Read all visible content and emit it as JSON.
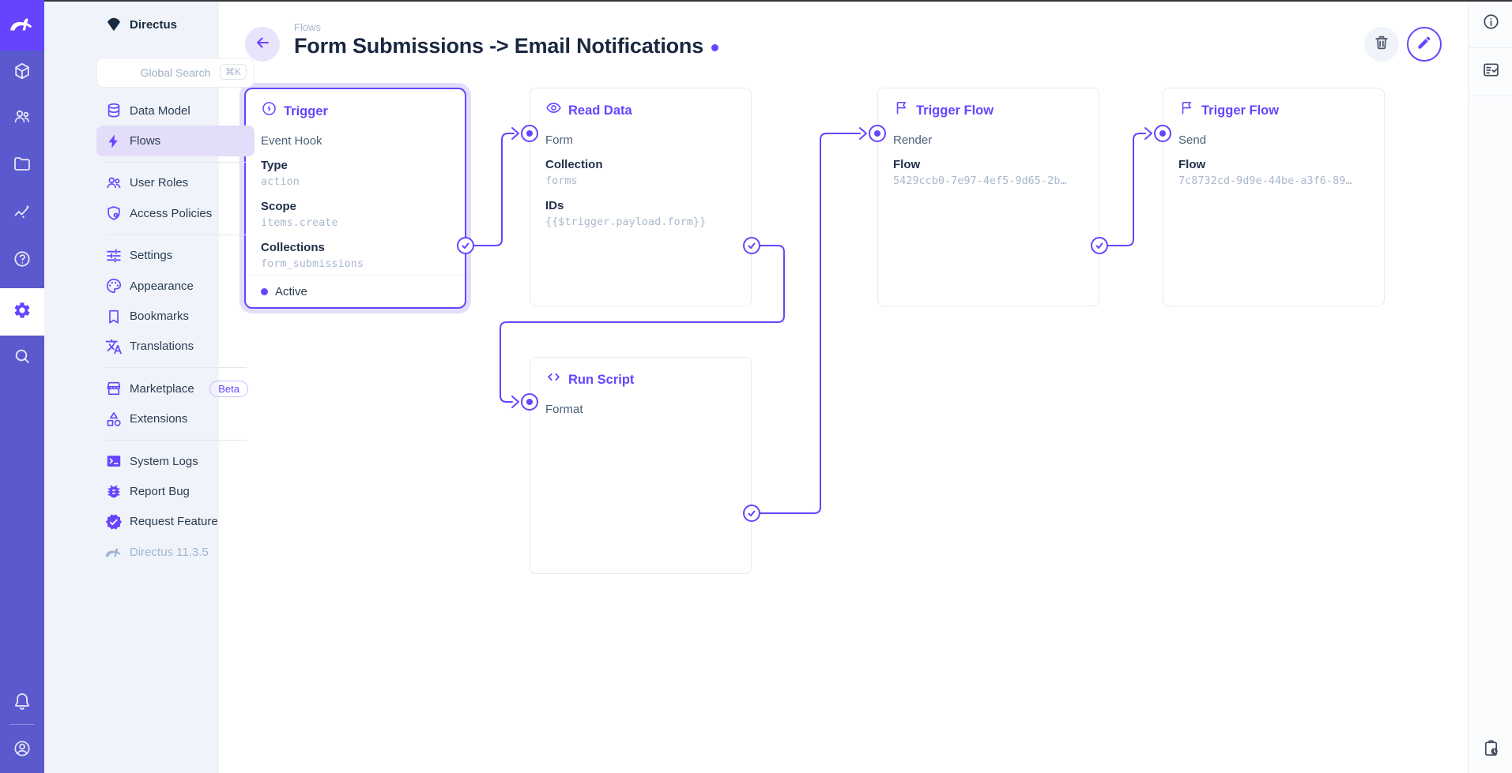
{
  "colors": {
    "accent": "#6644FF",
    "module_bar": "#5B59CE",
    "logo_bg": "#6644FF",
    "sidebar_bg": "#F0F4FA",
    "active_item_bg": "#E3DDF9",
    "muted_text": "#A9B8CC",
    "dark_text": "#1A2840"
  },
  "module_bar": {
    "modules": [
      {
        "icon": "cube-icon",
        "name": "content"
      },
      {
        "icon": "users-icon",
        "name": "users"
      },
      {
        "icon": "folder-icon",
        "name": "files"
      },
      {
        "icon": "insights-icon",
        "name": "insights"
      },
      {
        "icon": "help-icon",
        "name": "help"
      },
      {
        "icon": "gear-icon",
        "name": "settings",
        "active": true
      },
      {
        "icon": "search-icon",
        "name": "search"
      }
    ],
    "bottom": [
      {
        "icon": "bell-icon",
        "name": "notifications"
      },
      {
        "icon": "avatar-icon",
        "name": "account"
      }
    ]
  },
  "sidebar": {
    "project_name": "Directus",
    "search": {
      "placeholder": "Global Search",
      "shortcut": "⌘K"
    },
    "nav": [
      {
        "label": "Data Model",
        "icon": "database"
      },
      {
        "label": "Flows",
        "icon": "bolt",
        "active": true
      },
      {
        "label": "User Roles",
        "icon": "users"
      },
      {
        "label": "Access Policies",
        "icon": "shield-lock"
      },
      {
        "label": "Settings",
        "icon": "tune"
      },
      {
        "label": "Appearance",
        "icon": "palette"
      },
      {
        "label": "Bookmarks",
        "icon": "bookmark"
      },
      {
        "label": "Translations",
        "icon": "translate"
      },
      {
        "label": "Marketplace",
        "icon": "storefront",
        "badge": "Beta"
      },
      {
        "label": "Extensions",
        "icon": "shapes"
      },
      {
        "label": "System Logs",
        "icon": "terminal"
      },
      {
        "label": "Report Bug",
        "icon": "bug"
      },
      {
        "label": "Request Feature",
        "icon": "seal-check"
      },
      {
        "label": "Directus 11.3.5",
        "icon": "rabbit"
      }
    ]
  },
  "header": {
    "breadcrumb": "Flows",
    "title": "Form Submissions -> Email Notifications",
    "actions": [
      {
        "icon": "trash-icon",
        "name": "delete"
      },
      {
        "icon": "pencil-icon",
        "name": "edit"
      }
    ]
  },
  "right_bar": {
    "icons": [
      {
        "icon": "info-icon",
        "name": "flow-info"
      },
      {
        "icon": "fact-check-icon",
        "name": "logs"
      }
    ],
    "bottom_icon": "pending-actions-icon"
  },
  "flow": {
    "panels": [
      {
        "title": "Trigger",
        "icon": "bolt-circle",
        "name": "Event Hook",
        "status": "Active",
        "fields": [
          {
            "label": "Type",
            "value": "action"
          },
          {
            "label": "Scope",
            "value": "items.create"
          },
          {
            "label": "Collections",
            "value": "form_submissions"
          }
        ]
      },
      {
        "title": "Read Data",
        "icon": "eye",
        "name": "Form",
        "fields": [
          {
            "label": "Collection",
            "value": "forms"
          },
          {
            "label": "IDs",
            "value": "{{$trigger.payload.form}}"
          }
        ]
      },
      {
        "title": "Trigger Flow",
        "icon": "flag",
        "name": "Render",
        "fields": [
          {
            "label": "Flow",
            "value": "5429ccb0-7e97-4ef5-9d65-2b…"
          }
        ]
      },
      {
        "title": "Trigger Flow",
        "icon": "flag",
        "name": "Send",
        "fields": [
          {
            "label": "Flow",
            "value": "7c8732cd-9d9e-44be-a3f6-89…"
          }
        ]
      },
      {
        "title": "Run Script",
        "icon": "code",
        "name": "Format",
        "fields": []
      }
    ]
  }
}
